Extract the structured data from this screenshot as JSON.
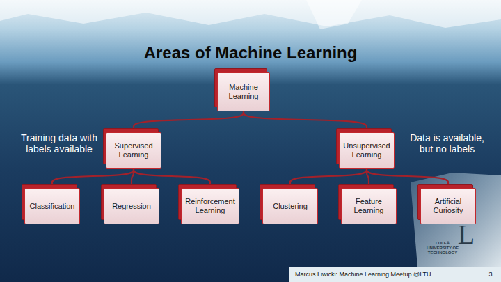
{
  "diagram": {
    "title": "Areas of Machine Learning",
    "nodes": [
      {
        "text": [
          "Machine Learning"
        ]
      },
      {
        "text": [
          "Supervised Learning"
        ]
      },
      {
        "text": [
          "Unsupervised Learning"
        ]
      },
      {
        "text": [
          "Classification"
        ]
      },
      {
        "text": [
          "Regression"
        ]
      },
      {
        "text": [
          "Reinforcement Learning"
        ]
      },
      {
        "text": [
          "Clustering"
        ]
      },
      {
        "text": [
          "Feature Learning"
        ]
      },
      {
        "text": [
          "Artificial Curiosity"
        ]
      }
    ],
    "edges": [
      {
        "from": 0,
        "to": 1,
        "arrow": "none"
      },
      {
        "from": 0,
        "to": 2,
        "arrow": "none"
      },
      {
        "from": 1,
        "to": 3,
        "arrow": "none"
      },
      {
        "from": 1,
        "to": 4,
        "arrow": "none"
      },
      {
        "from": 1,
        "to": 5,
        "arrow": "none"
      },
      {
        "from": 2,
        "to": 6,
        "arrow": "none"
      },
      {
        "from": 2,
        "to": 7,
        "arrow": "none"
      },
      {
        "from": 2,
        "to": 8,
        "arrow": "none"
      }
    ],
    "labels": [
      "Training data with labels available",
      "Data is available, but no labels",
      "L",
      "LULEÅ UNIVERSITY OF TECHNOLOGY",
      "Marcus Liwicki: Machine Learning Meetup @LTU",
      "3"
    ]
  }
}
